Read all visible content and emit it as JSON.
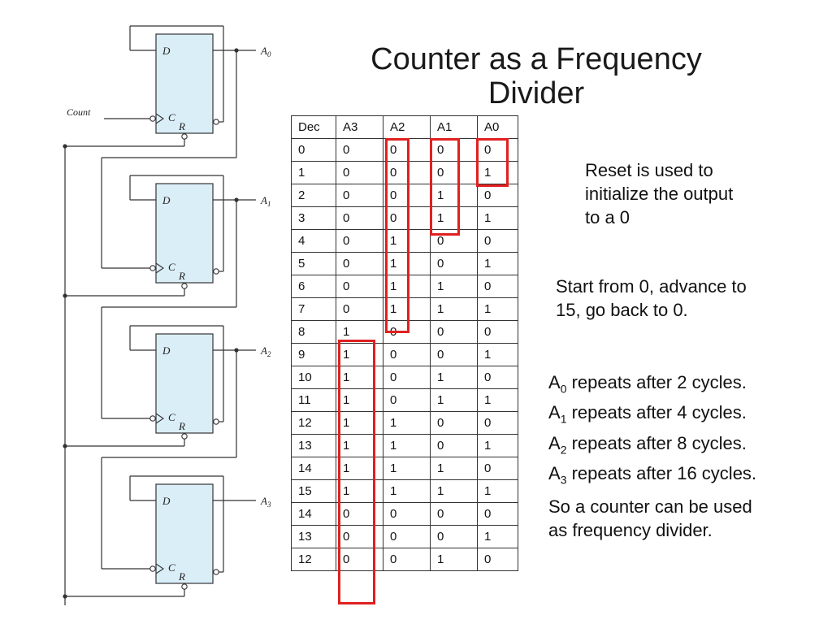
{
  "title": {
    "line1": "Counter as a Frequency",
    "line2": "Divider"
  },
  "circuit": {
    "count_label": "Count",
    "flipflops": [
      {
        "d": "D",
        "c": "C",
        "r": "R",
        "out": "A",
        "sub": "0"
      },
      {
        "d": "D",
        "c": "C",
        "r": "R",
        "out": "A",
        "sub": "1"
      },
      {
        "d": "D",
        "c": "C",
        "r": "R",
        "out": "A",
        "sub": "2"
      },
      {
        "d": "D",
        "c": "C",
        "r": "R",
        "out": "A",
        "sub": "3"
      }
    ]
  },
  "table": {
    "headers": [
      "Dec",
      "A3",
      "A2",
      "A1",
      "A0"
    ],
    "rows": [
      [
        "0",
        "0",
        "0",
        "0",
        "0"
      ],
      [
        "1",
        "0",
        "0",
        "0",
        "1"
      ],
      [
        "2",
        "0",
        "0",
        "1",
        "0"
      ],
      [
        "3",
        "0",
        "0",
        "1",
        "1"
      ],
      [
        "4",
        "0",
        "1",
        "0",
        "0"
      ],
      [
        "5",
        "0",
        "1",
        "0",
        "1"
      ],
      [
        "6",
        "0",
        "1",
        "1",
        "0"
      ],
      [
        "7",
        "0",
        "1",
        "1",
        "1"
      ],
      [
        "8",
        "1",
        "0",
        "0",
        "0"
      ],
      [
        "9",
        "1",
        "0",
        "0",
        "1"
      ],
      [
        "10",
        "1",
        "0",
        "1",
        "0"
      ],
      [
        "11",
        "1",
        "0",
        "1",
        "1"
      ],
      [
        "12",
        "1",
        "1",
        "0",
        "0"
      ],
      [
        "13",
        "1",
        "1",
        "0",
        "1"
      ],
      [
        "14",
        "1",
        "1",
        "1",
        "0"
      ],
      [
        "15",
        "1",
        "1",
        "1",
        "1"
      ],
      [
        "14",
        "0",
        "0",
        "0",
        "0"
      ],
      [
        "13",
        "0",
        "0",
        "0",
        "1"
      ],
      [
        "12",
        "0",
        "0",
        "1",
        "0"
      ]
    ],
    "highlight_color": "#e02020"
  },
  "notes": {
    "reset": [
      "Reset is used to",
      "initialize the output",
      "to a 0"
    ],
    "start": [
      "Start from 0, advance to",
      "15, go back to 0."
    ],
    "repeats": [
      {
        "var": "A",
        "sub": "0",
        "text": " repeats after 2 cycles."
      },
      {
        "var": "A",
        "sub": "1",
        "text": " repeats after 4 cycles."
      },
      {
        "var": "A",
        "sub": "2",
        "text": " repeats after 8 cycles."
      },
      {
        "var": "A",
        "sub": "3",
        "text": " repeats after 16 cycles."
      }
    ],
    "conclusion": [
      "So a counter can be used",
      "as frequency divider."
    ]
  }
}
